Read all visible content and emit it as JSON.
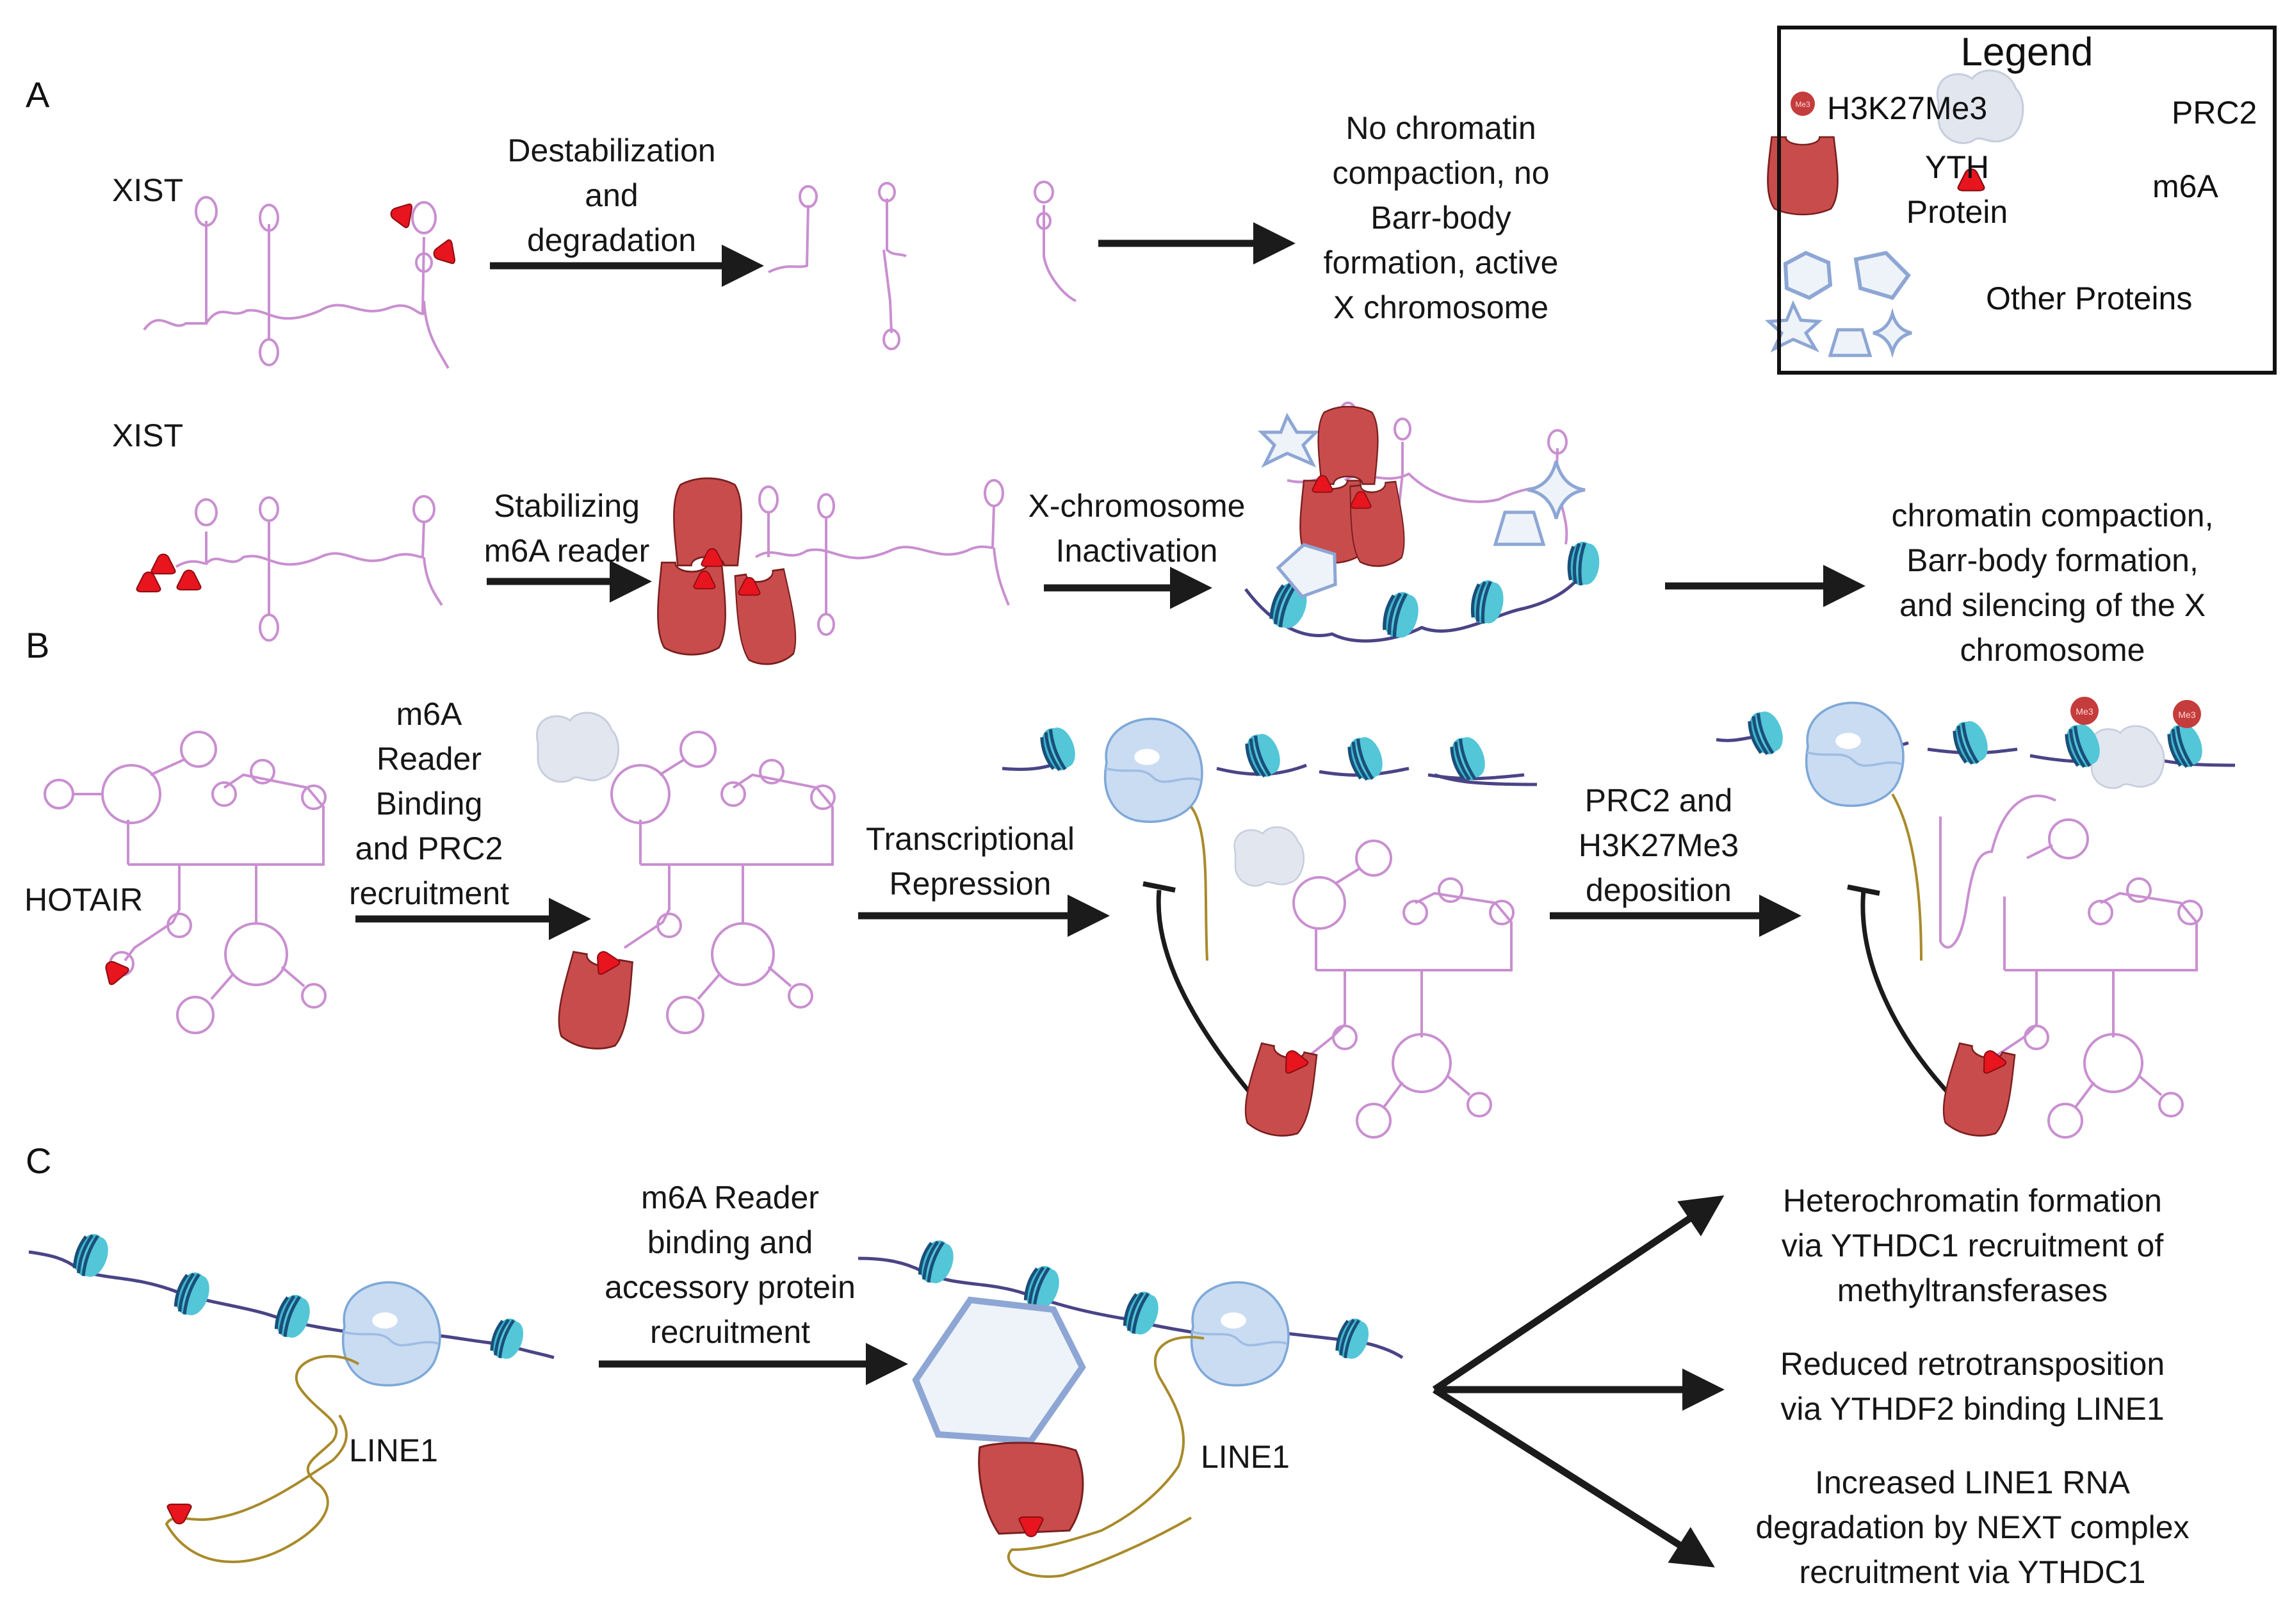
{
  "panels": {
    "A": {
      "letter": "A",
      "row1": {
        "rna_label": "XIST",
        "step_label": [
          "Destabilization",
          "and",
          "degradation"
        ],
        "outcome": [
          "No chromatin",
          "compaction, no",
          "Barr-body",
          "formation, active",
          "X chromosome"
        ]
      },
      "row2": {
        "rna_label": "XIST",
        "step1_label": [
          "Stabilizing",
          "m6A reader"
        ],
        "step2_label": [
          "X-chromosome",
          "Inactivation"
        ],
        "outcome": [
          "chromatin compaction,",
          "Barr-body formation,",
          "and silencing of the X",
          "chromosome"
        ]
      }
    },
    "B": {
      "letter": "B",
      "rna_label": "HOTAIR",
      "step1_label": [
        "m6A",
        "Reader",
        "Binding",
        "and PRC2",
        "recruitment"
      ],
      "step2_label": [
        "Transcriptional",
        "Repression"
      ],
      "step3_label": [
        "PRC2 and",
        "H3K27Me3",
        "deposition"
      ],
      "histone_mark": "Me3"
    },
    "C": {
      "letter": "C",
      "rna_label_1": "LINE1",
      "rna_label_2": "LINE1",
      "step_label": [
        "m6A Reader",
        "binding and",
        "accessory protein",
        "recruitment"
      ],
      "outcomes": [
        [
          "Heterochromatin formation",
          "via YTHDC1 recruitment of",
          "methyltransferases"
        ],
        [
          "Reduced retrotransposition",
          "via YTHDF2 binding LINE1"
        ],
        [
          "Increased LINE1 RNA",
          "degradation by NEXT complex",
          "recruitment via YTHDC1"
        ]
      ]
    }
  },
  "legend": {
    "title": "Legend",
    "items": {
      "h3k27me3": "H3K27Me3",
      "h3k27me3_glyph": "Me3",
      "prc2": "PRC2",
      "yth": [
        "YTH",
        "Protein"
      ],
      "m6a": "m6A",
      "other": "Other Proteins"
    }
  },
  "colors": {
    "rna": "#c98fd0",
    "yth_protein": "#c94c4c",
    "yth_outline": "#7a1f1f",
    "m6a": "#e8141e",
    "nucleosome": "#3fb7cc",
    "nucleosome_dark": "#1a4f7a",
    "dna": "#4a4486",
    "pol2": "#b8d2ee",
    "pol2_outline": "#7fa8d8",
    "prc2": "#e2e6ef",
    "other_protein_fill": "#eef3f9",
    "other_protein_stroke": "#8da6d4",
    "transcript": "#a88a2a",
    "me3": "#c43c3c",
    "arrow": "#1b1b1b"
  }
}
